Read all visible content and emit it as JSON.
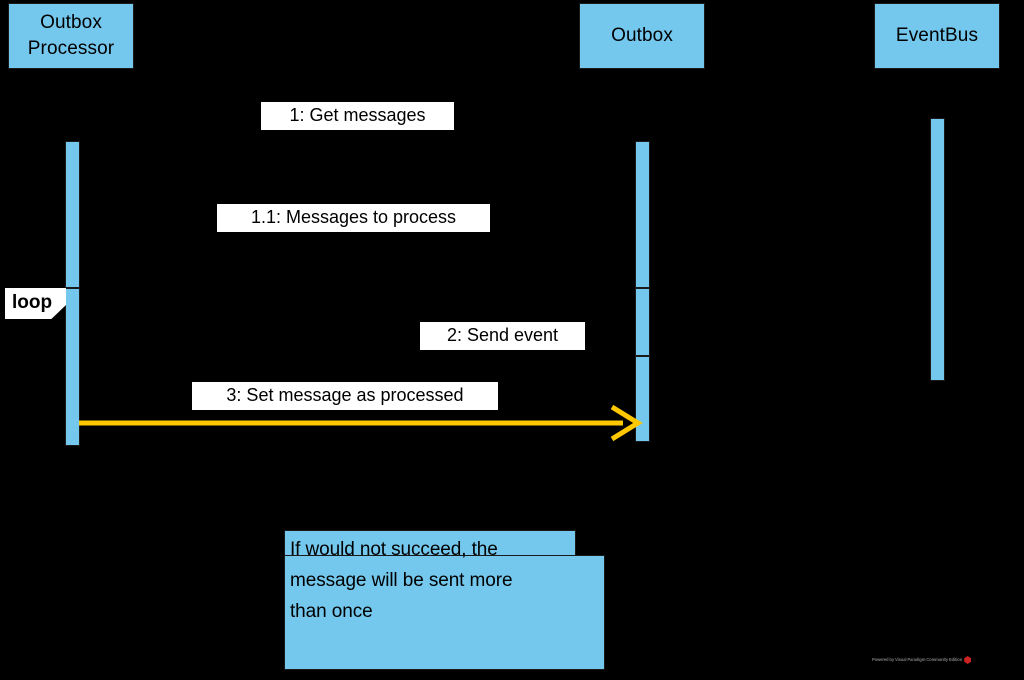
{
  "diagram": {
    "type": "uml-sequence-diagram",
    "background_color": "#000000",
    "accent_blue": "#74C8EE",
    "accent_gold": "#FFC800",
    "label_bg": "#FFFFFF"
  },
  "lifelines": [
    {
      "id": "outbox-processor",
      "label_line1": "Outbox",
      "label_line2": "Processor"
    },
    {
      "id": "outbox",
      "label_line1": "Outbox",
      "label_line2": ""
    },
    {
      "id": "eventbus",
      "label_line1": "EventBus",
      "label_line2": ""
    }
  ],
  "messages": [
    {
      "id": "m1",
      "label": "1: Get messages"
    },
    {
      "id": "m1-1",
      "label": "1.1: Messages to process"
    },
    {
      "id": "m2",
      "label": "2: Send event"
    },
    {
      "id": "m3",
      "label": "3: Set message as processed"
    }
  ],
  "fragment": {
    "operator": "loop"
  },
  "note": {
    "text": "If would not succeed, the\nmessage will be sent more\nthan once"
  },
  "watermark": {
    "text": "Powered by Visual Paradigm Community Edition"
  }
}
